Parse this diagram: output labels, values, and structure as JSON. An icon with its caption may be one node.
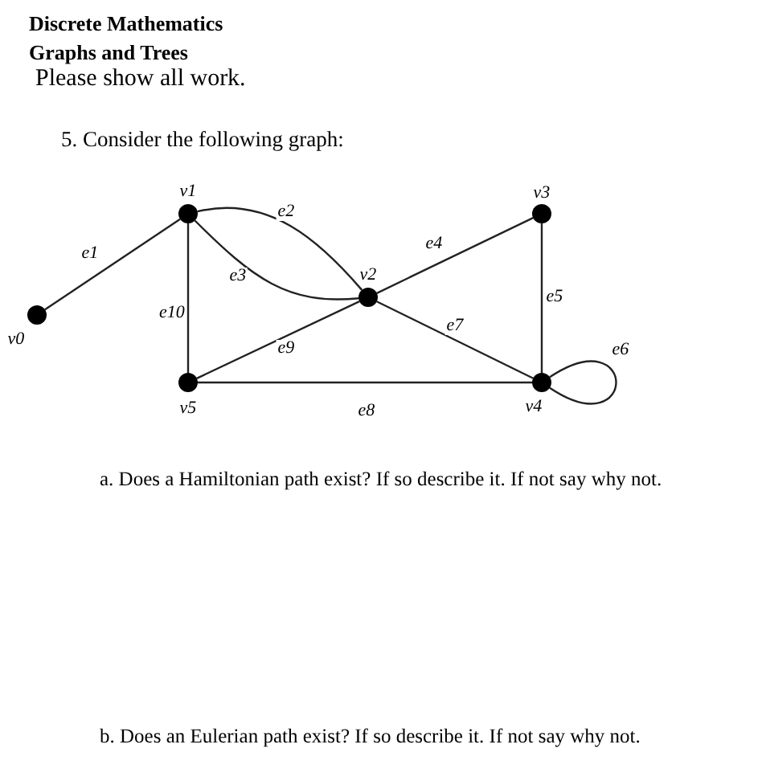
{
  "diagram": {
    "title": "Discrete Mathematics",
    "nodes": [
      {
        "text": [],
        "shape": "circle",
        "beside": [
          "v0"
        ]
      },
      {
        "text": [],
        "shape": "circle",
        "beside": [
          "v1"
        ]
      },
      {
        "text": [],
        "shape": "circle",
        "beside": [
          "v2"
        ]
      },
      {
        "text": [],
        "shape": "circle",
        "beside": [
          "v3"
        ]
      },
      {
        "text": [],
        "shape": "circle",
        "beside": [
          "v4"
        ]
      },
      {
        "text": [],
        "shape": "circle",
        "beside": [
          "v5"
        ]
      }
    ],
    "edges": [
      {
        "from": 0,
        "to": 1,
        "arrow": "none",
        "label": "e1"
      },
      {
        "from": 1,
        "to": 2,
        "arrow": "none",
        "label": "e2"
      },
      {
        "from": 1,
        "to": 2,
        "arrow": "none",
        "label": "e3"
      },
      {
        "from": 2,
        "to": 3,
        "arrow": "none",
        "label": "e4"
      },
      {
        "from": 3,
        "to": 4,
        "arrow": "none",
        "label": "e5"
      },
      {
        "from": 4,
        "to": 4,
        "arrow": "none",
        "label": "e6"
      },
      {
        "from": 2,
        "to": 4,
        "arrow": "none",
        "label": "e7"
      },
      {
        "from": 5,
        "to": 4,
        "arrow": "none",
        "label": "e8"
      },
      {
        "from": 5,
        "to": 2,
        "arrow": "none",
        "label": "e9"
      },
      {
        "from": 1,
        "to": 5,
        "arrow": "none",
        "label": "e10"
      }
    ],
    "labels": [
      "Graphs and Trees",
      "Please show all work.",
      "5. Consider the following graph:",
      "a. Does a Hamiltonian path exist? If so describe it. If not say why not.",
      "b. Does an Eulerian path exist? If so describe it. If not say why not."
    ]
  }
}
